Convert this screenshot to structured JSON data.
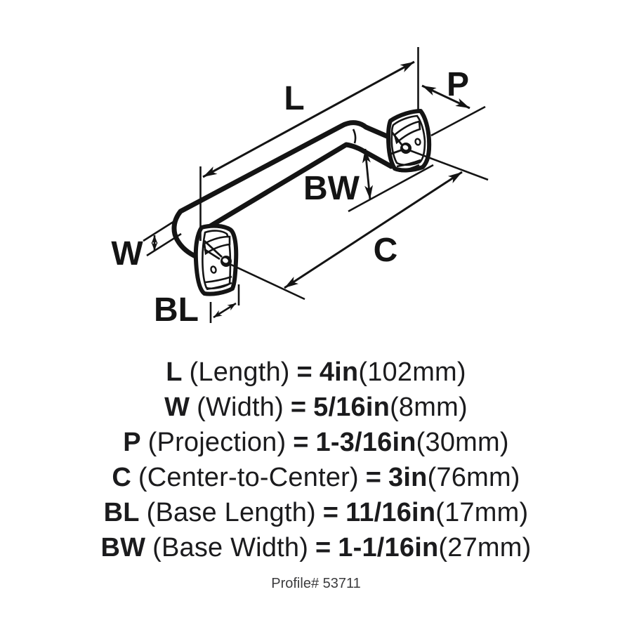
{
  "page": {
    "background": "#ffffff",
    "ink": "#141414"
  },
  "diagram": {
    "description": "line drawing of bar cabinet pull with two mounting bases and dimension arrows",
    "dims": {
      "L": "L",
      "W": "W",
      "P": "P",
      "C": "C",
      "BL": "BL",
      "BW": "BW"
    }
  },
  "specs": [
    {
      "code": "L",
      "label": "(Length)",
      "equals": "=",
      "value": "4in",
      "metric": "(102mm)"
    },
    {
      "code": "W",
      "label": "(Width)",
      "equals": "=",
      "value": "5/16in",
      "metric": "(8mm)"
    },
    {
      "code": "P",
      "label": "(Projection)",
      "equals": "=",
      "value": "1-3/16in",
      "metric": "(30mm)"
    },
    {
      "code": "C",
      "label": "(Center-to-Center)",
      "equals": "=",
      "value": "3in",
      "metric": "(76mm)"
    },
    {
      "code": "BL",
      "label": "(Base Length)",
      "equals": "=",
      "value": "11/16in",
      "metric": "(17mm)"
    },
    {
      "code": "BW",
      "label": "(Base Width)",
      "equals": "=",
      "value": "1-1/16in",
      "metric": "(27mm)"
    }
  ],
  "footer": {
    "profile": "Profile# 53711"
  }
}
